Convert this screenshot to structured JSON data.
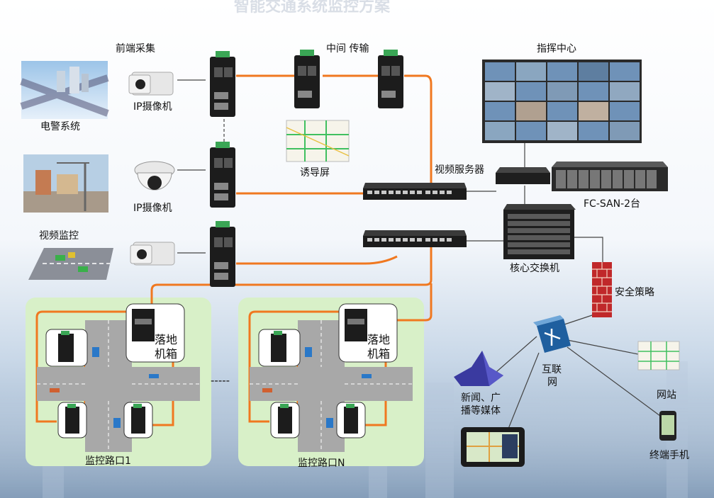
{
  "title_fragment": "智能交通系统监控方案",
  "sections": {
    "front": "前端采集",
    "middle": "中间 传输",
    "command": "指挥中心"
  },
  "labels": {
    "police": "电警系统",
    "video_monitor": "视频监控",
    "ip_cam_1": "IP摄像机",
    "ip_cam_2": "IP摄像机",
    "guide_screen": "诱导屏",
    "video_server": "视频服务器",
    "san": "FC-SAN-2台",
    "core_switch": "核心交换机",
    "security": "安全策略",
    "internet_line1": "互联",
    "internet_line2": "网",
    "media_line1": "新闻、广",
    "media_line2": "播等媒体",
    "website": "网站",
    "phone": "终端手机",
    "cabinet1_line1": "落地",
    "cabinet1_line2": "机箱",
    "cabinet2_line1": "落地",
    "cabinet2_line2": "机箱",
    "crossing_1": "监控路口1",
    "crossing_n": "监控路口N",
    "ellipsis": "-----"
  },
  "colors": {
    "fiber": "#f07820",
    "green_zone": "#d8f0c8",
    "device": "#1c1c1c",
    "device_green": "#3aa655",
    "firewall": "#c0282a",
    "internet": "#1f5f9f"
  }
}
